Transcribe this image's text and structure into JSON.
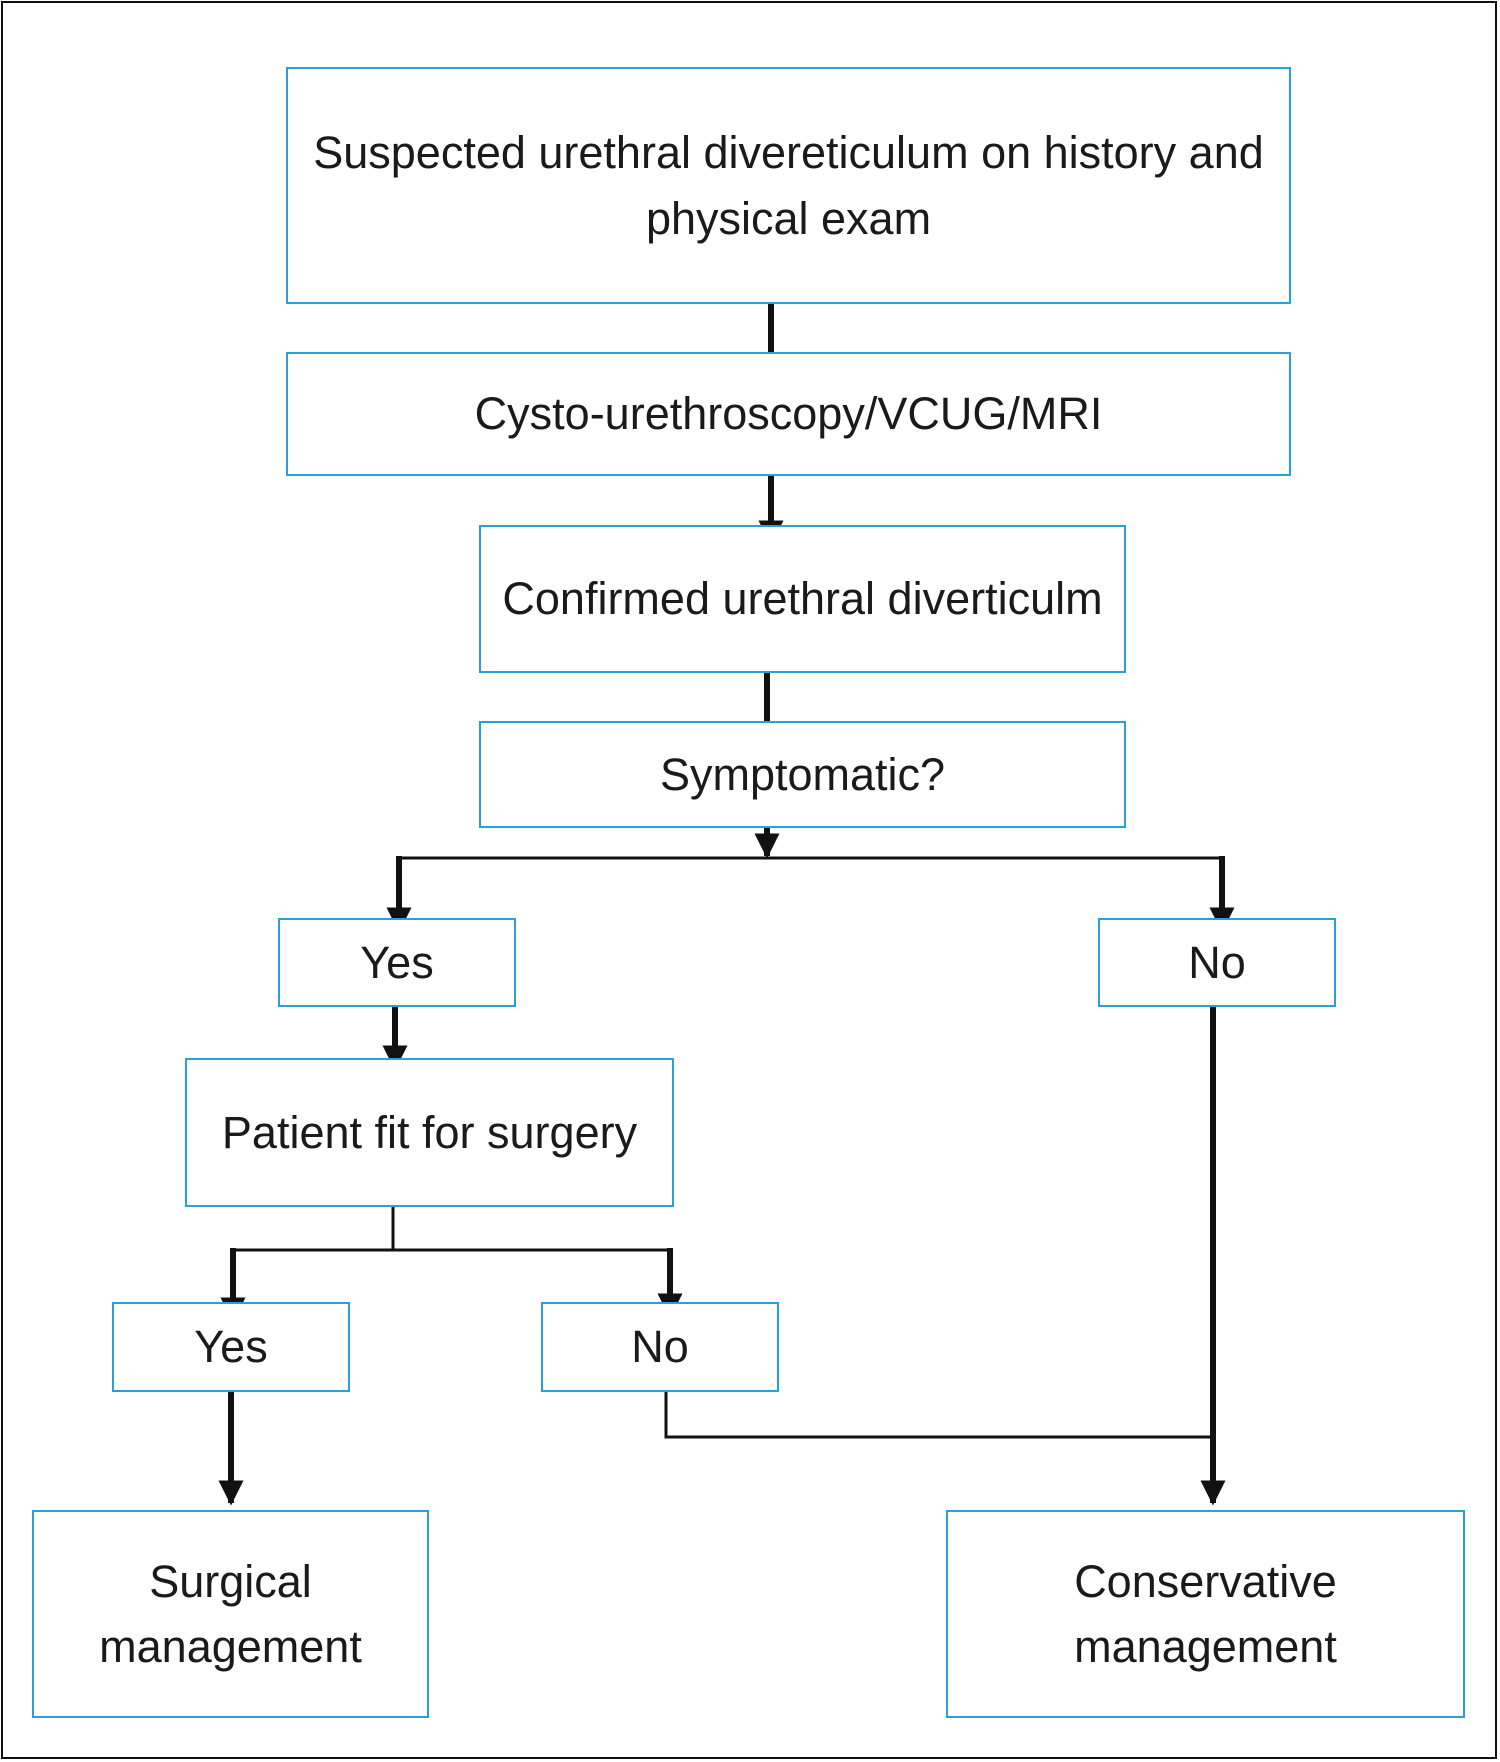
{
  "colors": {
    "box_border": "#2a9fd8",
    "connector": "#111111",
    "text": "#1a1a1a",
    "frame": "#111111"
  },
  "nodes": {
    "suspected": "Suspected urethral divereticulum on history and physical exam",
    "cysto": "Cysto-urethroscopy/VCUG/MRI",
    "confirmed": "Confirmed urethral diverticulm",
    "symptomatic": "Symptomatic?",
    "yes1": "Yes",
    "no1": "No",
    "fit": "Patient fit for surgery",
    "yes2": "Yes",
    "no2": "No",
    "surgical": "Surgical management",
    "conservative": "Conservative management"
  }
}
